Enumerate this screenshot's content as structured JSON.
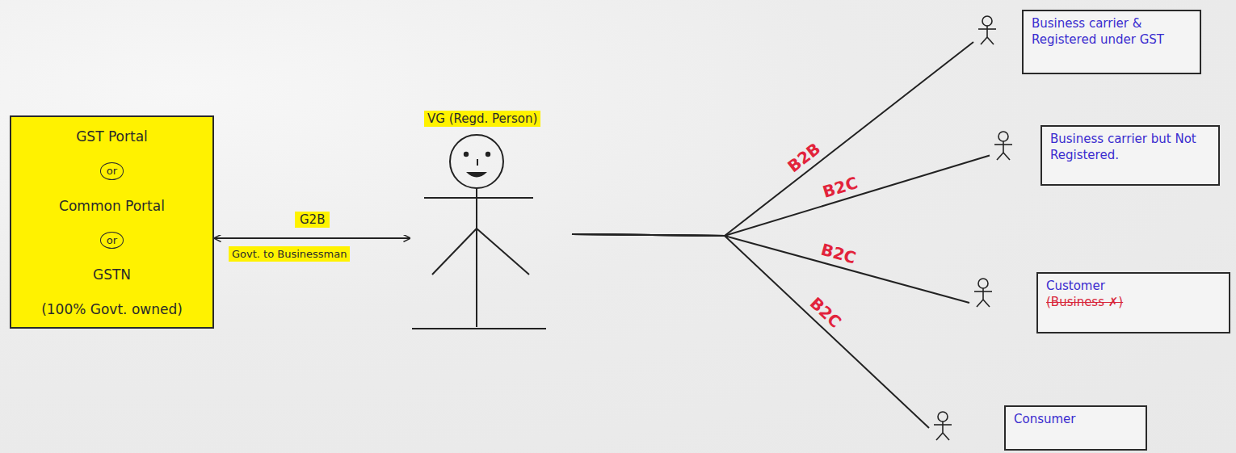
{
  "diagram": {
    "nodes": [
      {
        "text": [
          "GST Portal",
          "or",
          "Common Portal",
          "or",
          "GSTN",
          "(100% Govt. owned)"
        ]
      },
      {
        "text": [
          "VG (Regd. Person)"
        ]
      },
      {
        "text": [
          "Business carrier & Registered under GST"
        ]
      },
      {
        "text": [
          "Business carrier but Not Registered."
        ]
      },
      {
        "text": [
          "Customer",
          "(Business ✗)"
        ]
      },
      {
        "text": [
          "Consumer"
        ]
      }
    ],
    "edges": [
      {
        "from": 0,
        "to": 1,
        "arrow": "both",
        "label": "G2B"
      },
      {
        "from": 1,
        "to": 2,
        "arrow": "none",
        "label": "B2B"
      },
      {
        "from": 1,
        "to": 3,
        "arrow": "none",
        "label": "B2C"
      },
      {
        "from": 1,
        "to": 4,
        "arrow": "none",
        "label": "B2C"
      },
      {
        "from": 1,
        "to": 5,
        "arrow": "none",
        "label": "B2C"
      }
    ],
    "labels": [
      "Govt. to Businessman"
    ]
  }
}
